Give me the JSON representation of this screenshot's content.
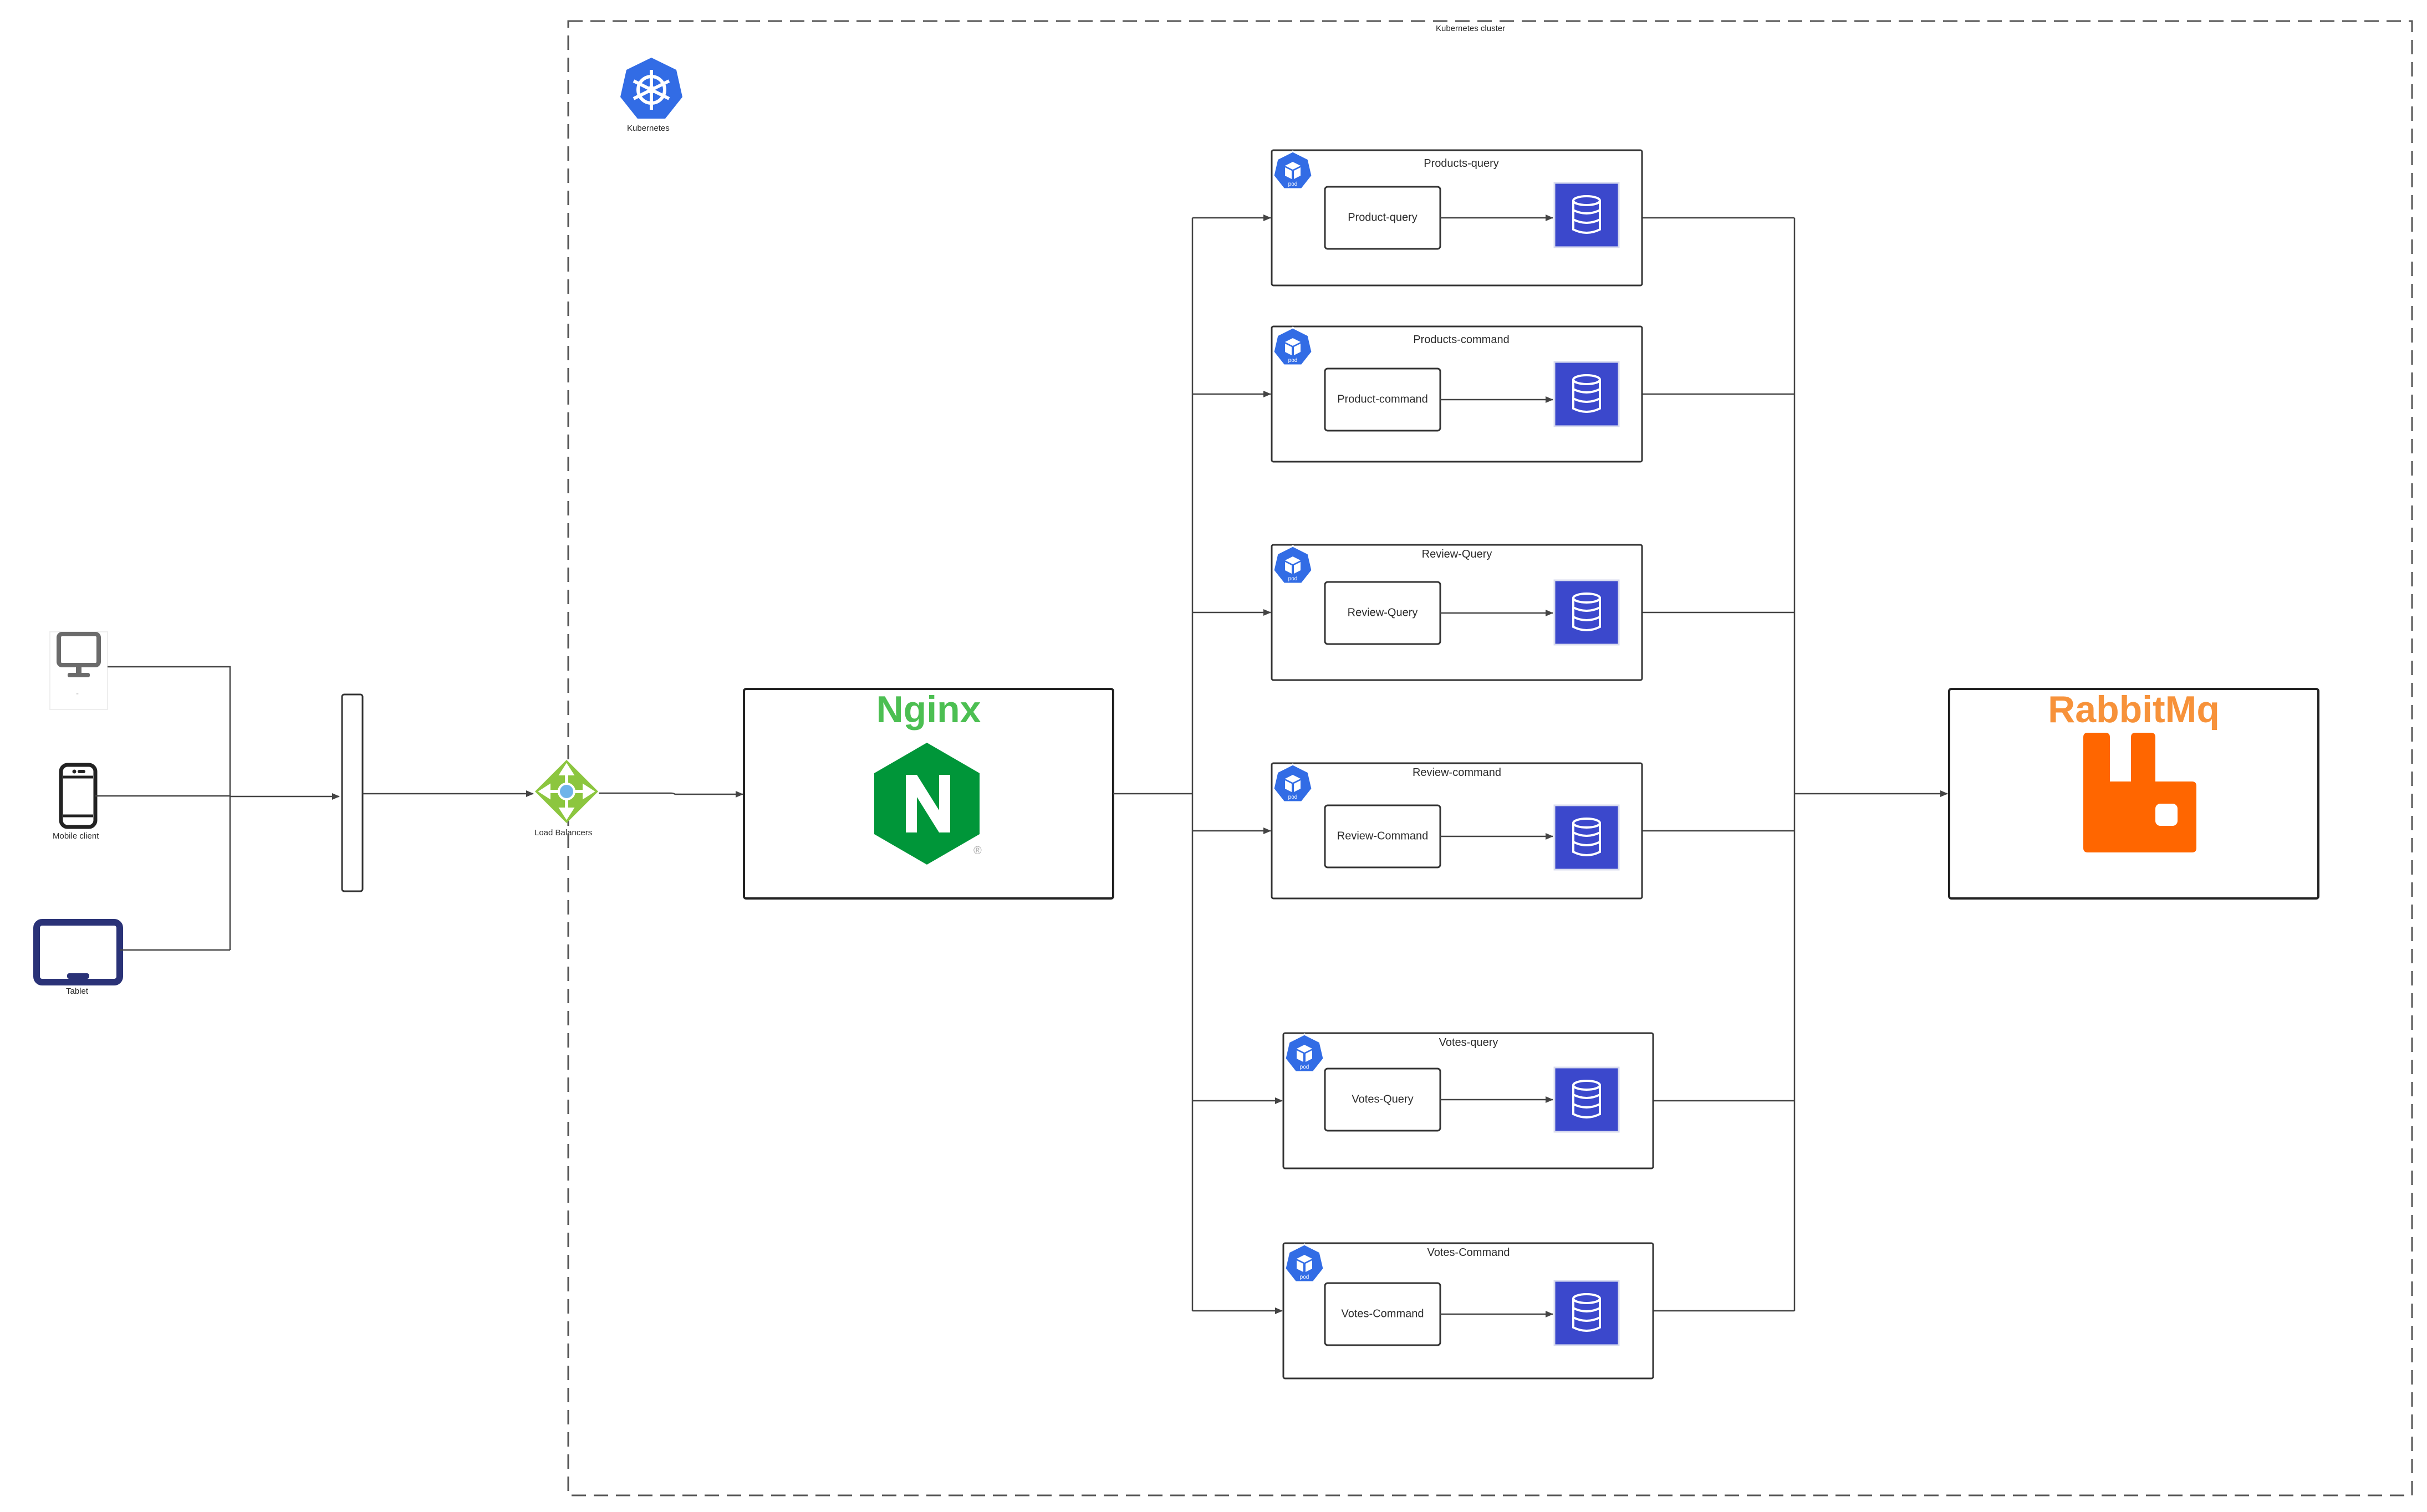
{
  "cluster": {
    "title": "Kubernetes cluster",
    "logo_label": "Kubernetes"
  },
  "clients": {
    "desktop_label": "-",
    "mobile_label": "Mobile client",
    "tablet_label": "Tablet"
  },
  "load_balancer": {
    "label": "Load Balancers"
  },
  "nginx": {
    "title": "Nginx",
    "reg_mark": "®"
  },
  "rabbitmq": {
    "title": "RabbitMq"
  },
  "pods": [
    {
      "title": "Products-query",
      "service": "Product-query",
      "tag": "pod"
    },
    {
      "title": "Products-command",
      "service": "Product-command",
      "tag": "pod"
    },
    {
      "title": "Review-Query",
      "service": "Review-Query",
      "tag": "pod"
    },
    {
      "title": "Review-command",
      "service": "Review-Command",
      "tag": "pod"
    },
    {
      "title": "Votes-query",
      "service": "Votes-Query",
      "tag": "pod"
    },
    {
      "title": "Votes-Command",
      "service": "Votes-Command",
      "tag": "pod"
    }
  ],
  "colors": {
    "kubernetes_blue": "#326ce5",
    "db_blue": "#3b48cc",
    "nginx_green": "#009639",
    "nginx_text": "#4cbf52",
    "rabbit_orange": "#ff6600",
    "rabbit_text": "#f7923a",
    "lb_green": "#8cc63f",
    "tablet_navy": "#2a3277",
    "desktop_gray": "#6b6b6b"
  },
  "icons": [
    "desktop-icon",
    "mobile-phone-icon",
    "tablet-icon",
    "load-balancer-icon",
    "kubernetes-icon",
    "pod-icon",
    "database-icon",
    "nginx-logo",
    "rabbitmq-logo"
  ]
}
